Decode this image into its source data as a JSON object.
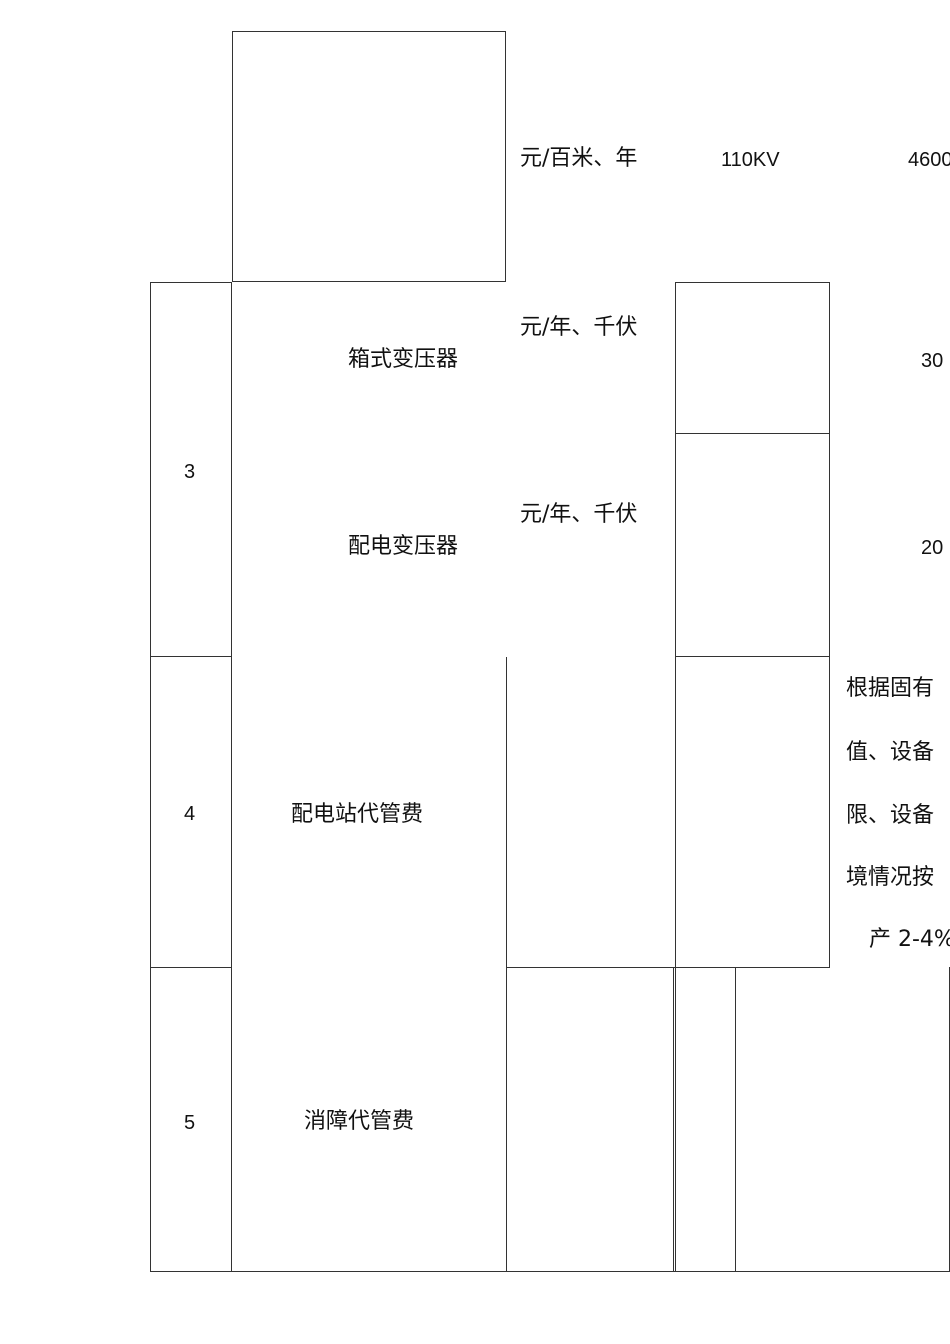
{
  "table": {
    "top_row": {
      "unit": "元/百米、年",
      "voltage": "110KV",
      "value": "4600"
    },
    "rows": [
      {
        "index": "3",
        "items": [
          {
            "name": "箱式变压器",
            "unit": "元/年、千伏",
            "value": "30"
          },
          {
            "name": "配电变压器",
            "unit": "元/年、千伏",
            "value": "20"
          }
        ]
      },
      {
        "index": "4",
        "name": "配电站代管费",
        "note_lines": [
          "根据固有",
          "值、设备",
          "限、设备",
          "境情况按",
          "产 2-4%"
        ]
      },
      {
        "index": "5",
        "name": "消障代管费"
      }
    ]
  }
}
